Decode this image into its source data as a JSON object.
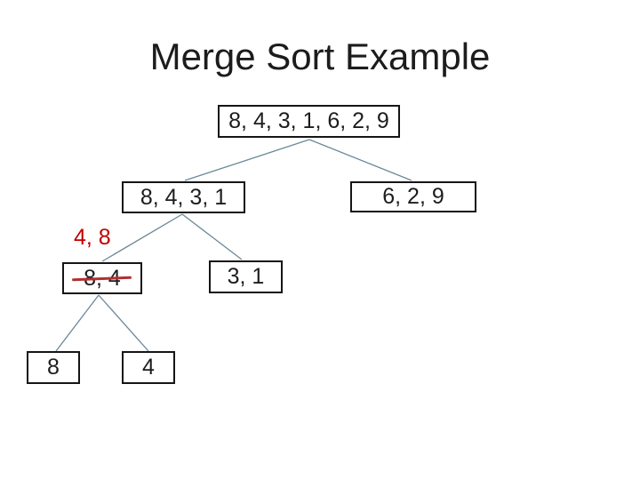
{
  "slide": {
    "title": "Merge Sort Example"
  },
  "diagram": {
    "type": "tree",
    "description": "Merge sort recursive split of an array shown as a tree of boxes",
    "annotation": {
      "label": "4, 8",
      "color": "#c00000"
    },
    "nodes": [
      {
        "id": "root",
        "label": "8, 4, 3, 1, 6, 2, 9",
        "strikethrough": false
      },
      {
        "id": "left",
        "label": "8, 4, 3, 1",
        "strikethrough": false
      },
      {
        "id": "right",
        "label": "6, 2, 9",
        "strikethrough": false
      },
      {
        "id": "left-left",
        "label": "8, 4",
        "strikethrough": true
      },
      {
        "id": "left-right",
        "label": "3, 1",
        "strikethrough": false
      },
      {
        "id": "leaf-8",
        "label": "8",
        "strikethrough": false
      },
      {
        "id": "leaf-4",
        "label": "4",
        "strikethrough": false
      }
    ],
    "edges": [
      {
        "from": "root",
        "to": "left"
      },
      {
        "from": "root",
        "to": "right"
      },
      {
        "from": "left",
        "to": "left-left"
      },
      {
        "from": "left",
        "to": "left-right"
      },
      {
        "from": "left-left",
        "to": "leaf-8"
      },
      {
        "from": "left-left",
        "to": "leaf-4"
      }
    ],
    "colors": {
      "connector": "#6b8897",
      "box_border": "#151515",
      "text": "#1d1d1d",
      "strike": "#b23030",
      "background": "#ffffff"
    }
  }
}
